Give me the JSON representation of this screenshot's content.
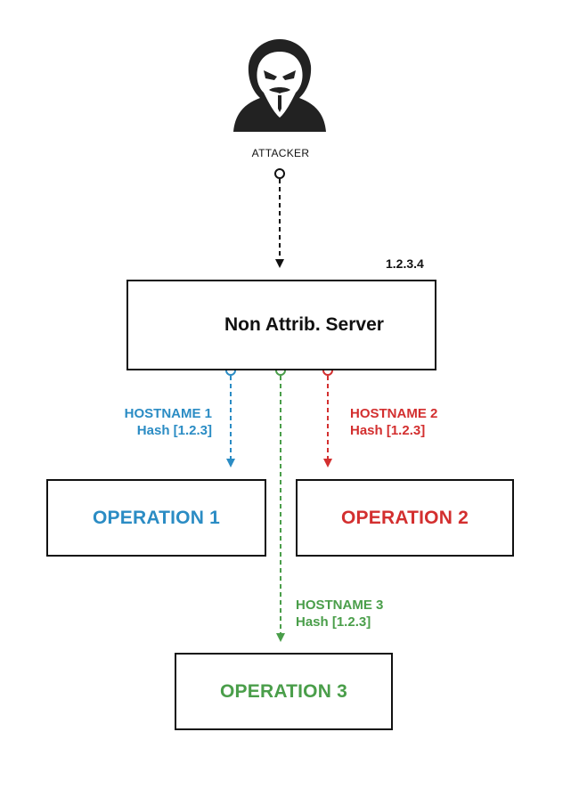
{
  "attacker": {
    "label": "ATTACKER",
    "icon": "hooded-masked-hacker-icon"
  },
  "server": {
    "ip": "1.2.3.4",
    "label": "Non Attrib. Server",
    "icon": "server-rack-icon"
  },
  "colors": {
    "blue": "#2b8cc4",
    "red": "#d32f2f",
    "green": "#4a9e4a",
    "line": "#111111"
  },
  "links": [
    {
      "hostname": "HOSTNAME 1",
      "hash": "Hash [1.2.3]"
    },
    {
      "hostname": "HOSTNAME 2",
      "hash": "Hash [1.2.3]"
    },
    {
      "hostname": "HOSTNAME 3",
      "hash": "Hash [1.2.3]"
    }
  ],
  "operations": [
    {
      "label": "OPERATION 1"
    },
    {
      "label": "OPERATION 2"
    },
    {
      "label": "OPERATION 3"
    }
  ]
}
